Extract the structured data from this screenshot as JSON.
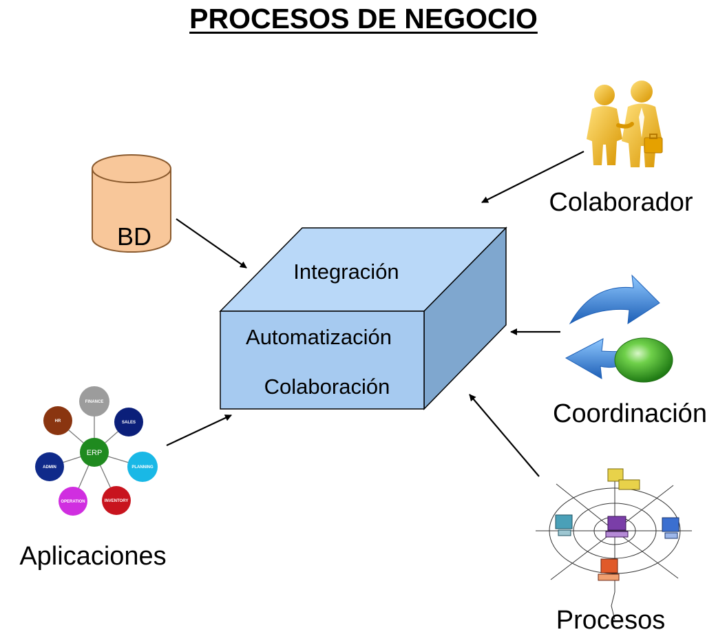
{
  "title": "PROCESOS DE NEGOCIO",
  "cube": {
    "top_label": "Integración",
    "front_lines": [
      "Automatización",
      "Colaboración"
    ]
  },
  "nodes": {
    "db": "BD",
    "collaborator": "Colaborador",
    "coordination": "Coordinación",
    "applications": "Aplicaciones",
    "processes": "Procesos"
  },
  "erp": {
    "center": "ERP",
    "modules": [
      "FINANCE",
      "SALES",
      "PLANNING",
      "INVENTORY",
      "OPERATION",
      "ADMIN",
      "HR"
    ]
  },
  "colors": {
    "cube_front": "#A6CAF0",
    "cube_top": "#B9D8F8",
    "cube_side": "#7FA7CF",
    "db_fill": "#F8C79A",
    "db_stroke": "#8a5a2e",
    "arrow_blue": "#2E74C8",
    "orb_green": "#3FAE2A",
    "person_gold": "#F2B41C"
  }
}
